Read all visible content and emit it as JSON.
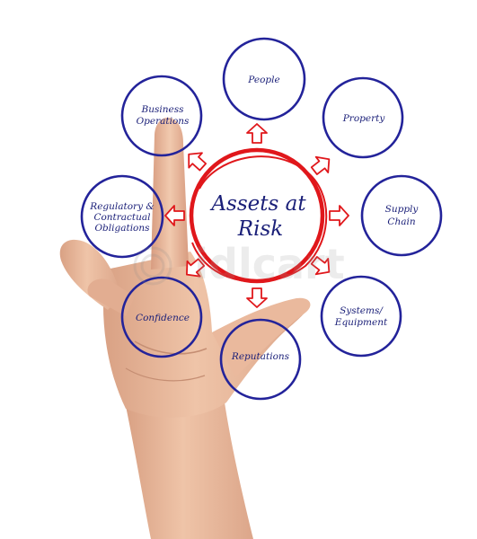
{
  "diagram": {
    "center": {
      "lines": [
        "Assets at",
        "Risk"
      ]
    },
    "nodes": [
      {
        "id": "people",
        "lines": [
          "People"
        ]
      },
      {
        "id": "property",
        "lines": [
          "Property"
        ]
      },
      {
        "id": "supply-chain",
        "lines": [
          "Supply",
          "Chain"
        ]
      },
      {
        "id": "systems-equipment",
        "lines": [
          "Systems/",
          "Equipment"
        ]
      },
      {
        "id": "reputations",
        "lines": [
          "Reputations"
        ]
      },
      {
        "id": "confidence",
        "lines": [
          "Confidence"
        ]
      },
      {
        "id": "regulatory",
        "lines": [
          "Regulatory &",
          "Contractual",
          "Obligations"
        ]
      },
      {
        "id": "business-operations",
        "lines": [
          "Business",
          "Operations"
        ]
      }
    ]
  },
  "colors": {
    "ring": "#23239a",
    "center_ring": "#e0171b",
    "arrow": "#e0171b",
    "text": "#1a1f78",
    "skin": "#e8b89a"
  },
  "image": {
    "watermark": "idlcart",
    "subject": "hand-pointing"
  }
}
